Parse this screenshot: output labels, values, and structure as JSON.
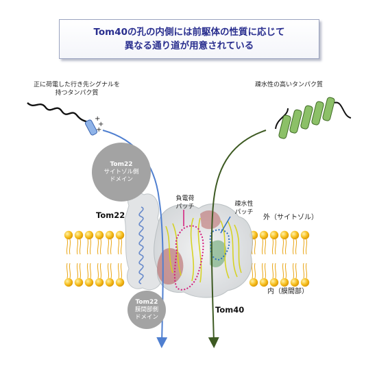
{
  "title": {
    "line1": "Tom40の孔の内側には前駆体の性質に応じて",
    "line2": "異なる通り道が用意されている"
  },
  "labels": {
    "positive_precursor_line1": "正に荷電した行き先シグナルを",
    "positive_precursor_line2": "持つタンパク質",
    "hydrophobic_protein": "疎水性の高いタンパク質",
    "tom22": "Tom22",
    "tom40": "Tom40",
    "negative_patch_line1": "負電荷",
    "negative_patch_line2": "パッチ",
    "hydrophobic_patch_line1": "疎水性",
    "hydrophobic_patch_line2": "パッチ",
    "outside": "外（サイトゾル）",
    "inside": "内（膜間部）",
    "tom22_cytosol_domain": {
      "name": "Tom22",
      "line1": "サイトゾル側",
      "line2": "ドメイン"
    },
    "tom22_ims_domain": {
      "name": "Tom22",
      "line1": "膜間部側",
      "line2": "ドメイン"
    },
    "plus_signs": [
      "+",
      "+",
      "+"
    ]
  },
  "colors": {
    "title_text": "#2a2f8f",
    "blue_path": "#4f7fd0",
    "green_path": "#3d5a22",
    "lipid_head": "#f4b41a",
    "helix_green": "#8cc068",
    "signal_blue": "#8fb3e8",
    "negative_patch": "#d4197a",
    "hydrophobic_patch": "#2f6fbf",
    "domain_circle": "#a3a3a3"
  }
}
